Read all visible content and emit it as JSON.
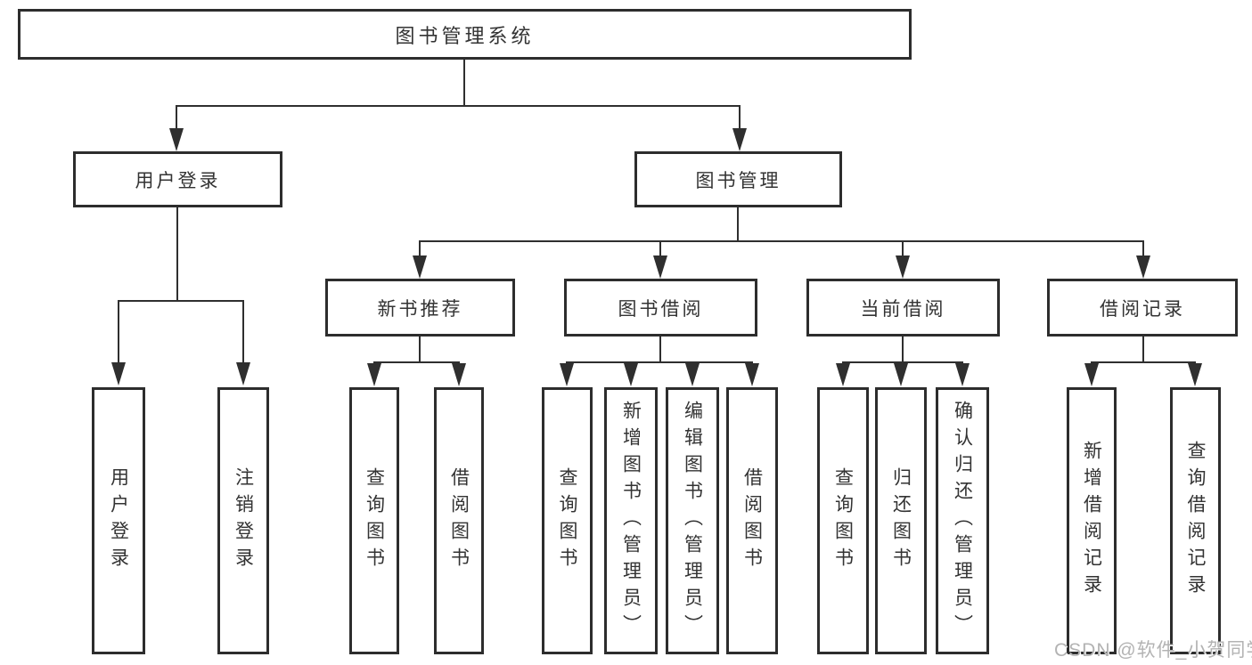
{
  "diagram": {
    "root": {
      "label": "图书管理系统"
    },
    "branches": [
      {
        "label": "用户登录",
        "children": [
          {
            "label": "用户登录"
          },
          {
            "label": "注销登录"
          }
        ]
      },
      {
        "label": "图书管理",
        "children": [
          {
            "label": "新书推荐",
            "children": [
              {
                "label": "查询图书"
              },
              {
                "label": "借阅图书"
              }
            ]
          },
          {
            "label": "图书借阅",
            "children": [
              {
                "label": "查询图书"
              },
              {
                "label": "新增图书（管理员）"
              },
              {
                "label": "编辑图书（管理员）"
              },
              {
                "label": "借阅图书"
              }
            ]
          },
          {
            "label": "当前借阅",
            "children": [
              {
                "label": "查询图书"
              },
              {
                "label": "归还图书"
              },
              {
                "label": "确认归还（管理员）"
              }
            ]
          },
          {
            "label": "借阅记录",
            "children": [
              {
                "label": "新增借阅记录"
              },
              {
                "label": "查询借阅记录"
              }
            ]
          }
        ]
      }
    ],
    "watermark": "CSDN @软件_小贺同学",
    "colors": {
      "line": "#2f2f2f",
      "border": "#2d2d2d",
      "text": "#333333",
      "background": "#ffffff",
      "watermark": "#b3b3b3"
    }
  }
}
